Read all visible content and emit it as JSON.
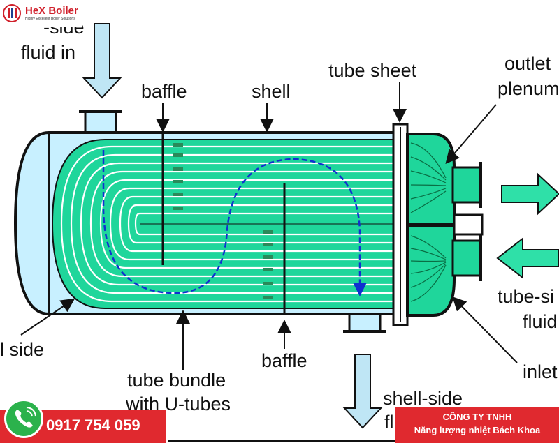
{
  "brand": {
    "name": "HeX Boiler",
    "tagline": "Highly Excellent Boiler Solutions"
  },
  "labels": {
    "shell_side_fluid_in_1": "-side",
    "shell_side_fluid_in_2": "fluid in",
    "baffle_top": "baffle",
    "shell": "shell",
    "tube_sheet": "tube sheet",
    "outlet_plenum_1": "outlet",
    "outlet_plenum_2": "plenum",
    "shell_side_left": "l side",
    "tube_bundle_1": "tube bundle",
    "tube_bundle_2": "with U-tubes",
    "baffle_bottom": "baffle",
    "shell_side_fluid_out_1": "shell-side",
    "shell_side_fluid_out_2": "flui",
    "tube_side_fluid_1": "tube-si",
    "tube_side_fluid_2": "fluid",
    "inlet": "inlet"
  },
  "contact": {
    "phone": "0917 754 059",
    "company_line1": "CÔNG TY TNHH",
    "company_line2": "Năng lượng nhiệt Bách Khoa"
  },
  "colors": {
    "tube_fill": "#1fd69b",
    "tube_line": "#ffffff",
    "shell_end": "#c8f0ff",
    "flow_arrow": "#bfe6f5",
    "brand_red": "#e0292f",
    "phone_green": "#2bb24c"
  }
}
